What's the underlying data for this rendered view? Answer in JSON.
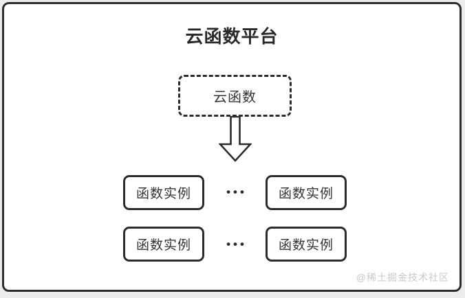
{
  "diagram": {
    "title": "云函数平台",
    "source_node": {
      "label": "云函数"
    },
    "ellipsis": "•••",
    "instance_rows": [
      {
        "left": "函数实例",
        "right": "函数实例"
      },
      {
        "left": "函数实例",
        "right": "函数实例"
      }
    ],
    "colors": {
      "line": "#2b2b2b",
      "text": "#333333",
      "title_text": "#2a2a2a",
      "watermark_text": "#c9c9c9",
      "card_background": "#ffffff",
      "page_background": "#ececec"
    }
  },
  "watermark": "@稀土掘金技术社区"
}
